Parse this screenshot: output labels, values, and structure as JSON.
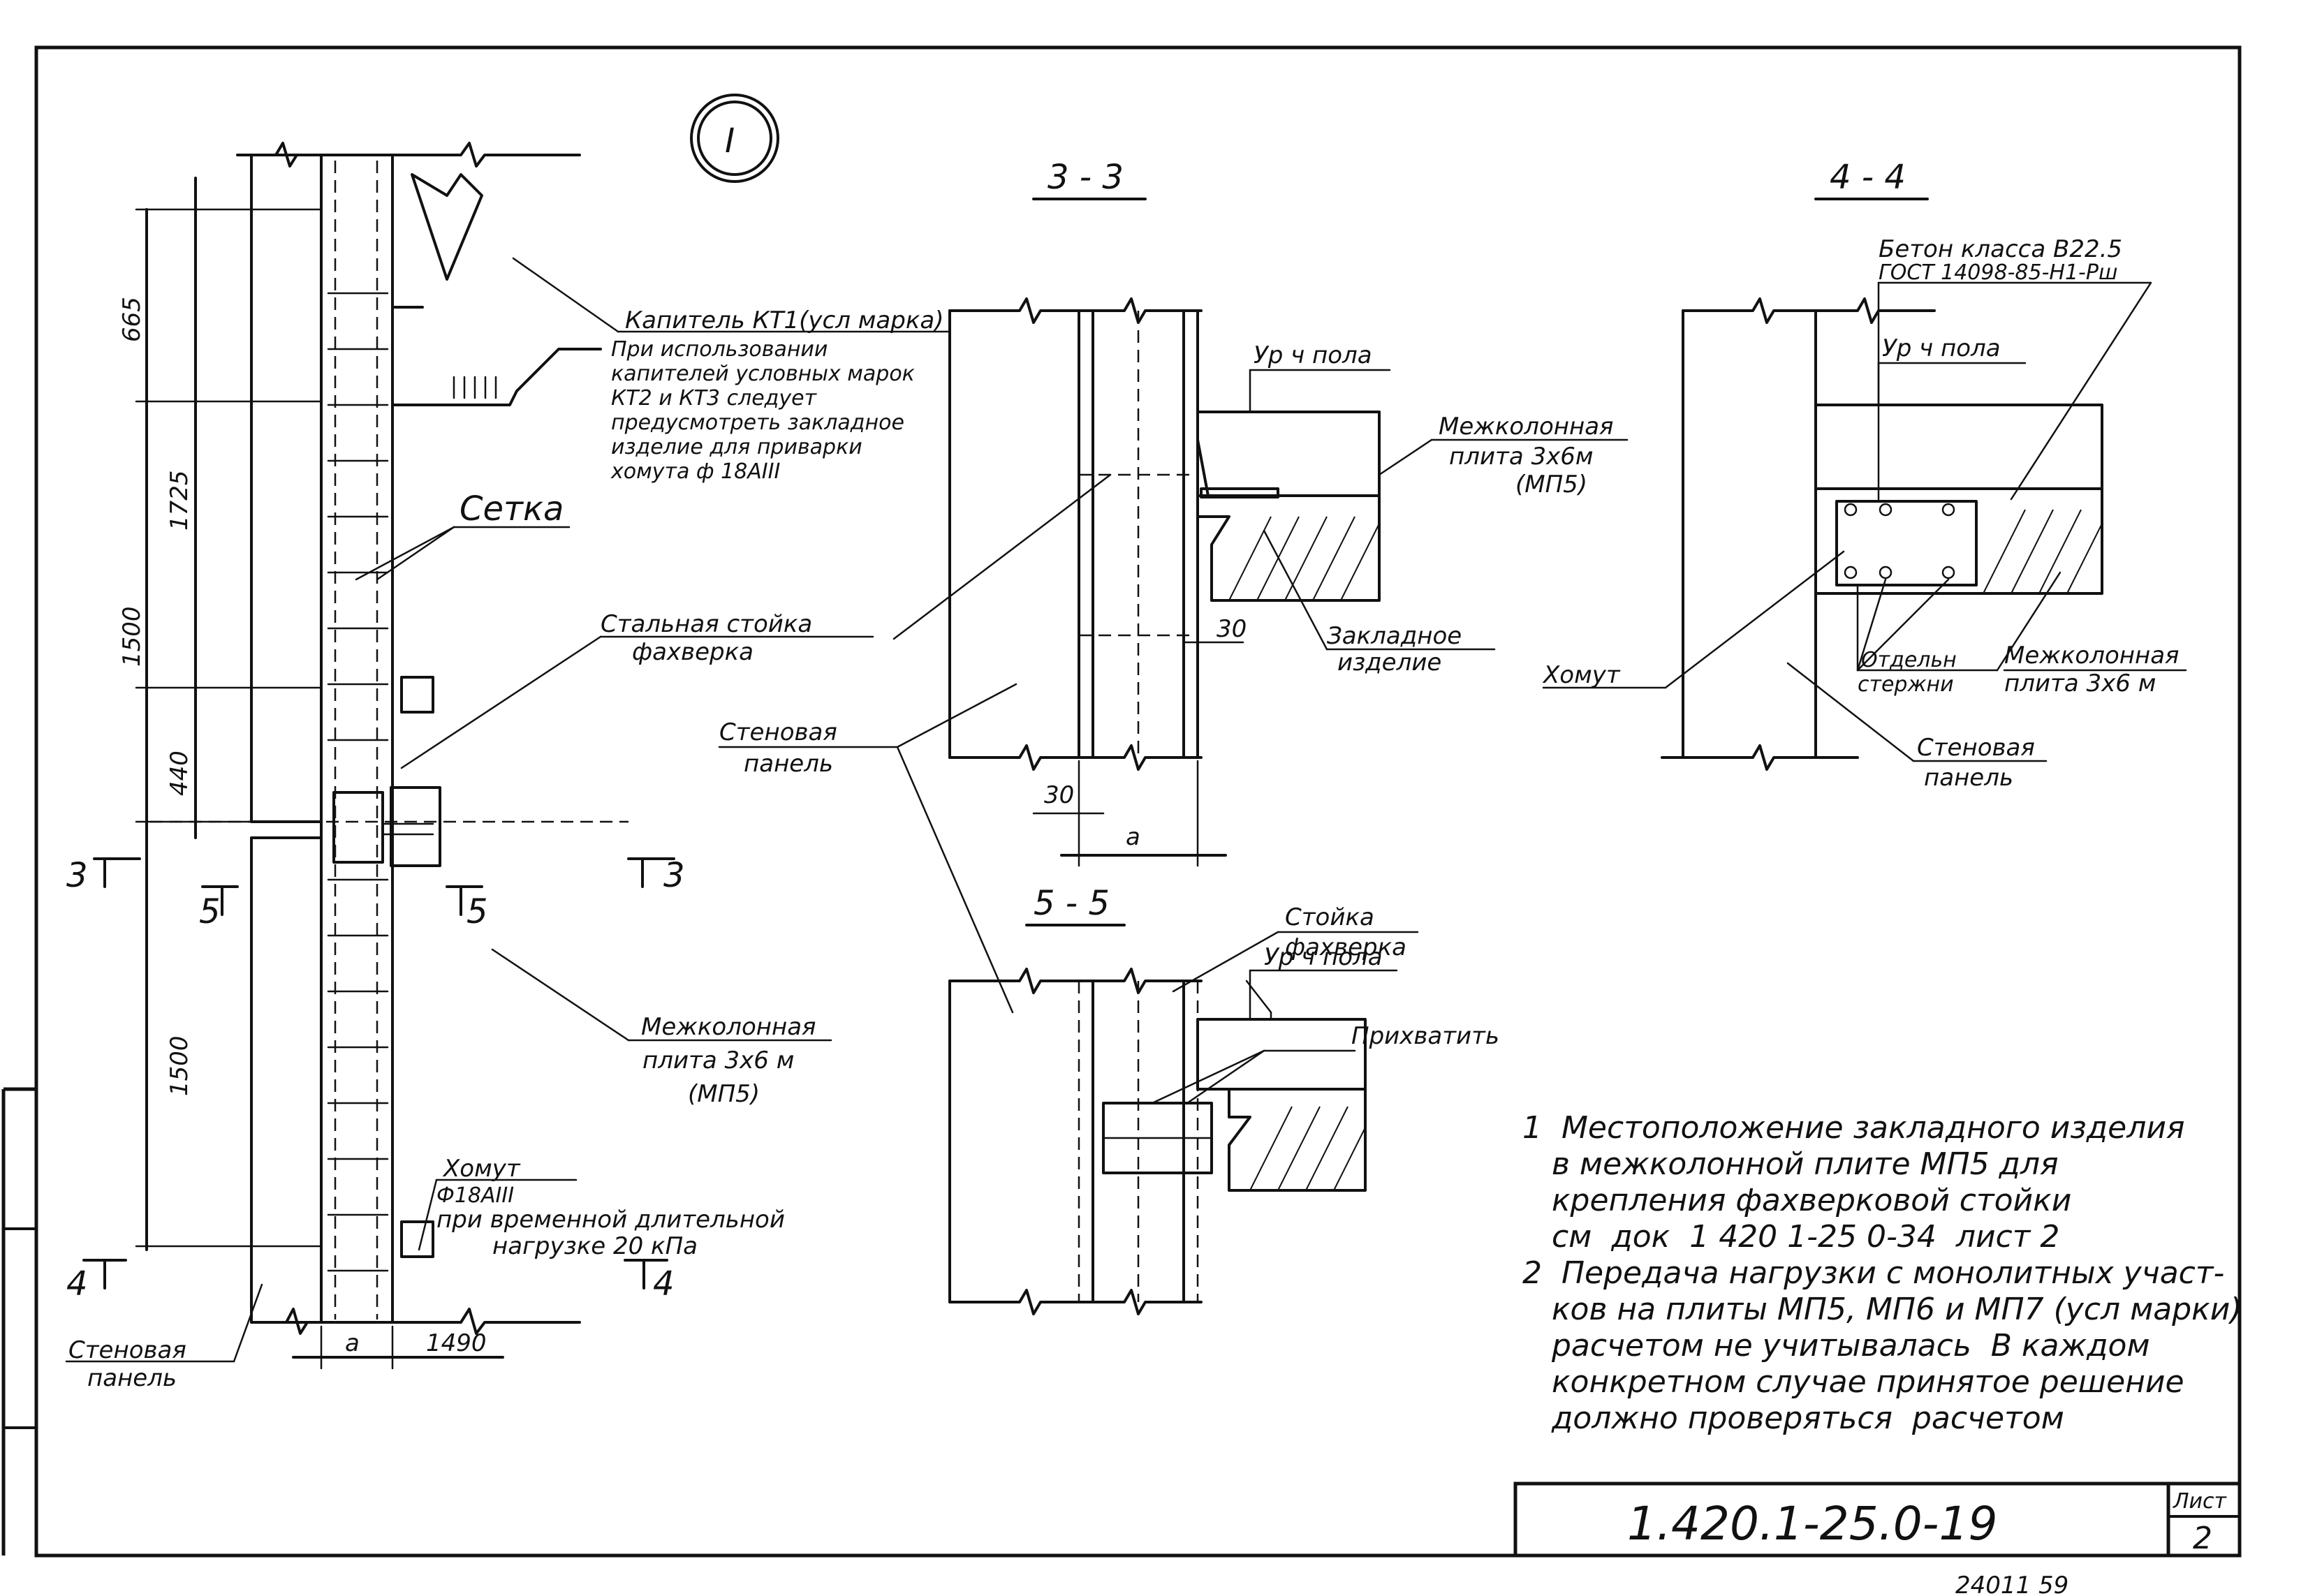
{
  "sheet": {
    "designation": "1.420.1-25.0-19",
    "sheet_label": "Лист",
    "sheet_number": "2",
    "footer_code": "24011 59"
  },
  "node_mark": "I",
  "sections": {
    "s33": "3 - 3",
    "s44": "4 - 4",
    "s55": "5 - 5",
    "cut3": "3",
    "cut4": "4",
    "cut5": "5"
  },
  "dimensions": {
    "d665": "665",
    "d1725": "1725",
    "d1500a": "1500",
    "d440": "440",
    "d1500b": "1500",
    "a": "а",
    "d1490": "1490",
    "d30a": "30",
    "d30b": "30"
  },
  "labels": {
    "kapitel_title": "Капитель КТ1(усл марка)",
    "kapitel_note": [
      "При использовании",
      "капителей условных марок",
      "КТ2 и КТ3 следует",
      "предусмотреть закладное",
      "изделие для приварки",
      "хомута ф 18АIII"
    ],
    "setka": "Сетка",
    "stoika_1": "Стальная стойка",
    "stoika_2": "фахверка",
    "stenovaya_1": "Стеновая",
    "stenovaya_2": "панель",
    "mezhkol_main_1": "Межколонная",
    "mezhkol_main_2": "плита 3х6 м",
    "mezhkol_main_3": "(МП5)",
    "homut_1": "Хомут",
    "homut_2": "Ф18АIII",
    "homut_3": "при временной длительной",
    "homut_4": "нагрузке 20 кПа",
    "stenovaya_bottom_1": "Стеновая",
    "stenovaya_bottom_2": "панель",
    "ur_pola_33": "Ур ч пола",
    "mezhkol_33_1": "Межколонная",
    "mezhkol_33_2": "плита 3х6м",
    "mezhkol_33_3": "(МП5)",
    "zaklad_1": "Закладное",
    "zaklad_2": "изделие",
    "stoika_55_1": "Стойка",
    "stoika_55_2": "фахверка",
    "ur_pola_55": "Ур ч пола",
    "prihvatit": "Прихватить",
    "beton_1": "Бетон класса В22.5",
    "beton_2": "ГОСТ 14098-85-Н1-Рш",
    "ur_pola_44": "Ур ч пола",
    "homut_44": "Хомут",
    "otdel_1": "Отдельн",
    "otdel_2": "стержни",
    "mezhkol_44_1": "Межколонная",
    "mezhkol_44_2": "плита 3х6 м",
    "stenovaya_44_1": "Стеновая",
    "stenovaya_44_2": "панель"
  },
  "notes": [
    "1  Местоположение закладного изделия",
    "   в межколонной плите МП5 для",
    "   крепления фахверковой стойки",
    "   см  док  1 420 1-25 0-34  лист 2",
    "2  Передача нагрузки с монолитных участ-",
    "   ков на плиты МП5, МП6 и МП7 (усл марки)",
    "   расчетом не учитывалась  В каждом",
    "   конкретном случае принятое решение",
    "   должно проверяться  расчетом"
  ]
}
